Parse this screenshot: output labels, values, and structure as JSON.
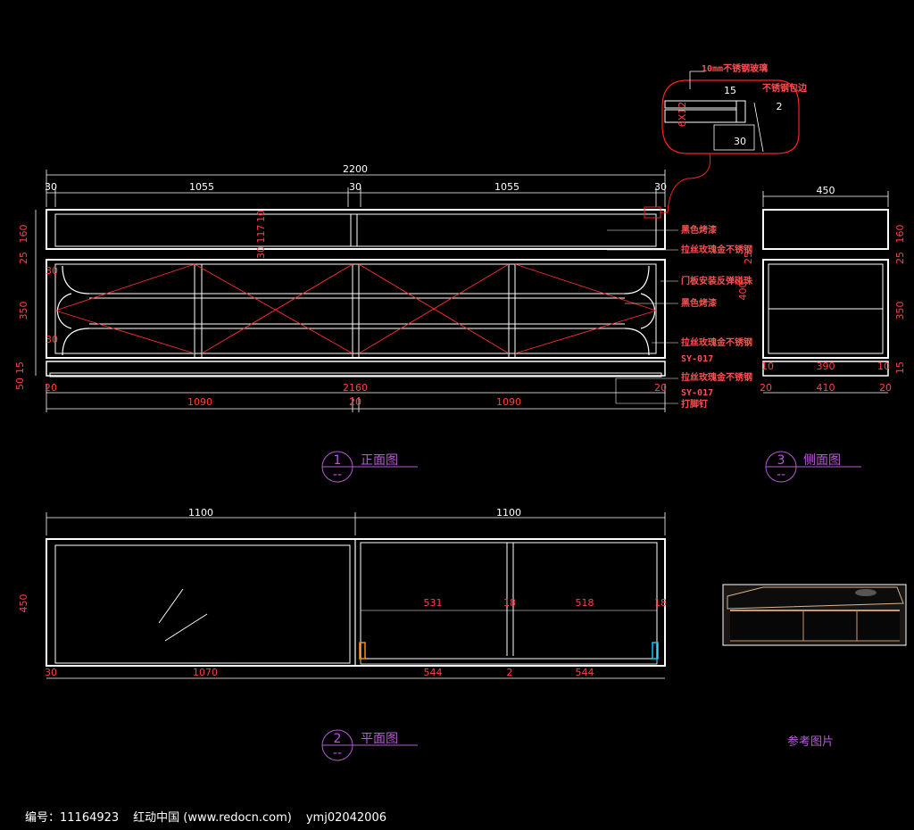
{
  "front_view": {
    "overall_width": "2200",
    "top_segments": [
      "30",
      "1055",
      "30",
      "1055",
      "30"
    ],
    "left_heights": [
      "160",
      "25",
      "350",
      "15",
      "50"
    ],
    "inner_dims": [
      "10",
      "117",
      "30"
    ],
    "small_marks": [
      "30",
      "30"
    ],
    "bottom_segments": [
      "20",
      "2160",
      "20"
    ],
    "bottom_halves": [
      "1090",
      "20",
      "1090"
    ],
    "title_number": "1",
    "title_sub": "--",
    "title": "正面图"
  },
  "detail": {
    "label_glass": "10mm不锈钢玻璃",
    "label_edge": "不锈钢包边",
    "dim_15": "15",
    "dim_2": "2",
    "dim_30": "30",
    "dim_side": "6X12"
  },
  "annotations": [
    "黑色烤漆",
    "拉丝玫瑰金不锈钢",
    "门板安装反弹碰珠",
    "黑色烤漆",
    "拉丝玫瑰金不锈钢",
    "SY-017",
    "拉丝玫瑰金不锈钢",
    "SY-017",
    "打脚钉"
  ],
  "side_view": {
    "width": "450",
    "right_heights": [
      "160",
      "25",
      "350",
      "15"
    ],
    "left_heights": [
      "25"
    ],
    "inner_height": "400",
    "bottom_inner": "390",
    "bottom_marks": [
      "10",
      "10"
    ],
    "bottom_segments": [
      "20",
      "410",
      "20"
    ],
    "title_number": "3",
    "title_sub": "--",
    "title": "侧面图"
  },
  "plan_view": {
    "top_segments": [
      "1100",
      "1100"
    ],
    "depth": "450",
    "inner_dims": [
      "531",
      "18",
      "518",
      "18"
    ],
    "bottom_left": [
      "30",
      "1070"
    ],
    "bottom_right": [
      "544",
      "2",
      "544"
    ],
    "title_number": "2",
    "title_sub": "--",
    "title": "平面图"
  },
  "reference": {
    "label": "参考图片"
  },
  "footer": {
    "id_text": "编号：11164923",
    "site_text": "红动中国 (www.redocn.com)",
    "user_text": "ymj02042006"
  },
  "colors": {
    "background": "#000000",
    "outline": "#ffffff",
    "dimension": "#ff4040",
    "title": "#b55cd6",
    "accent": "#00c8ff"
  }
}
